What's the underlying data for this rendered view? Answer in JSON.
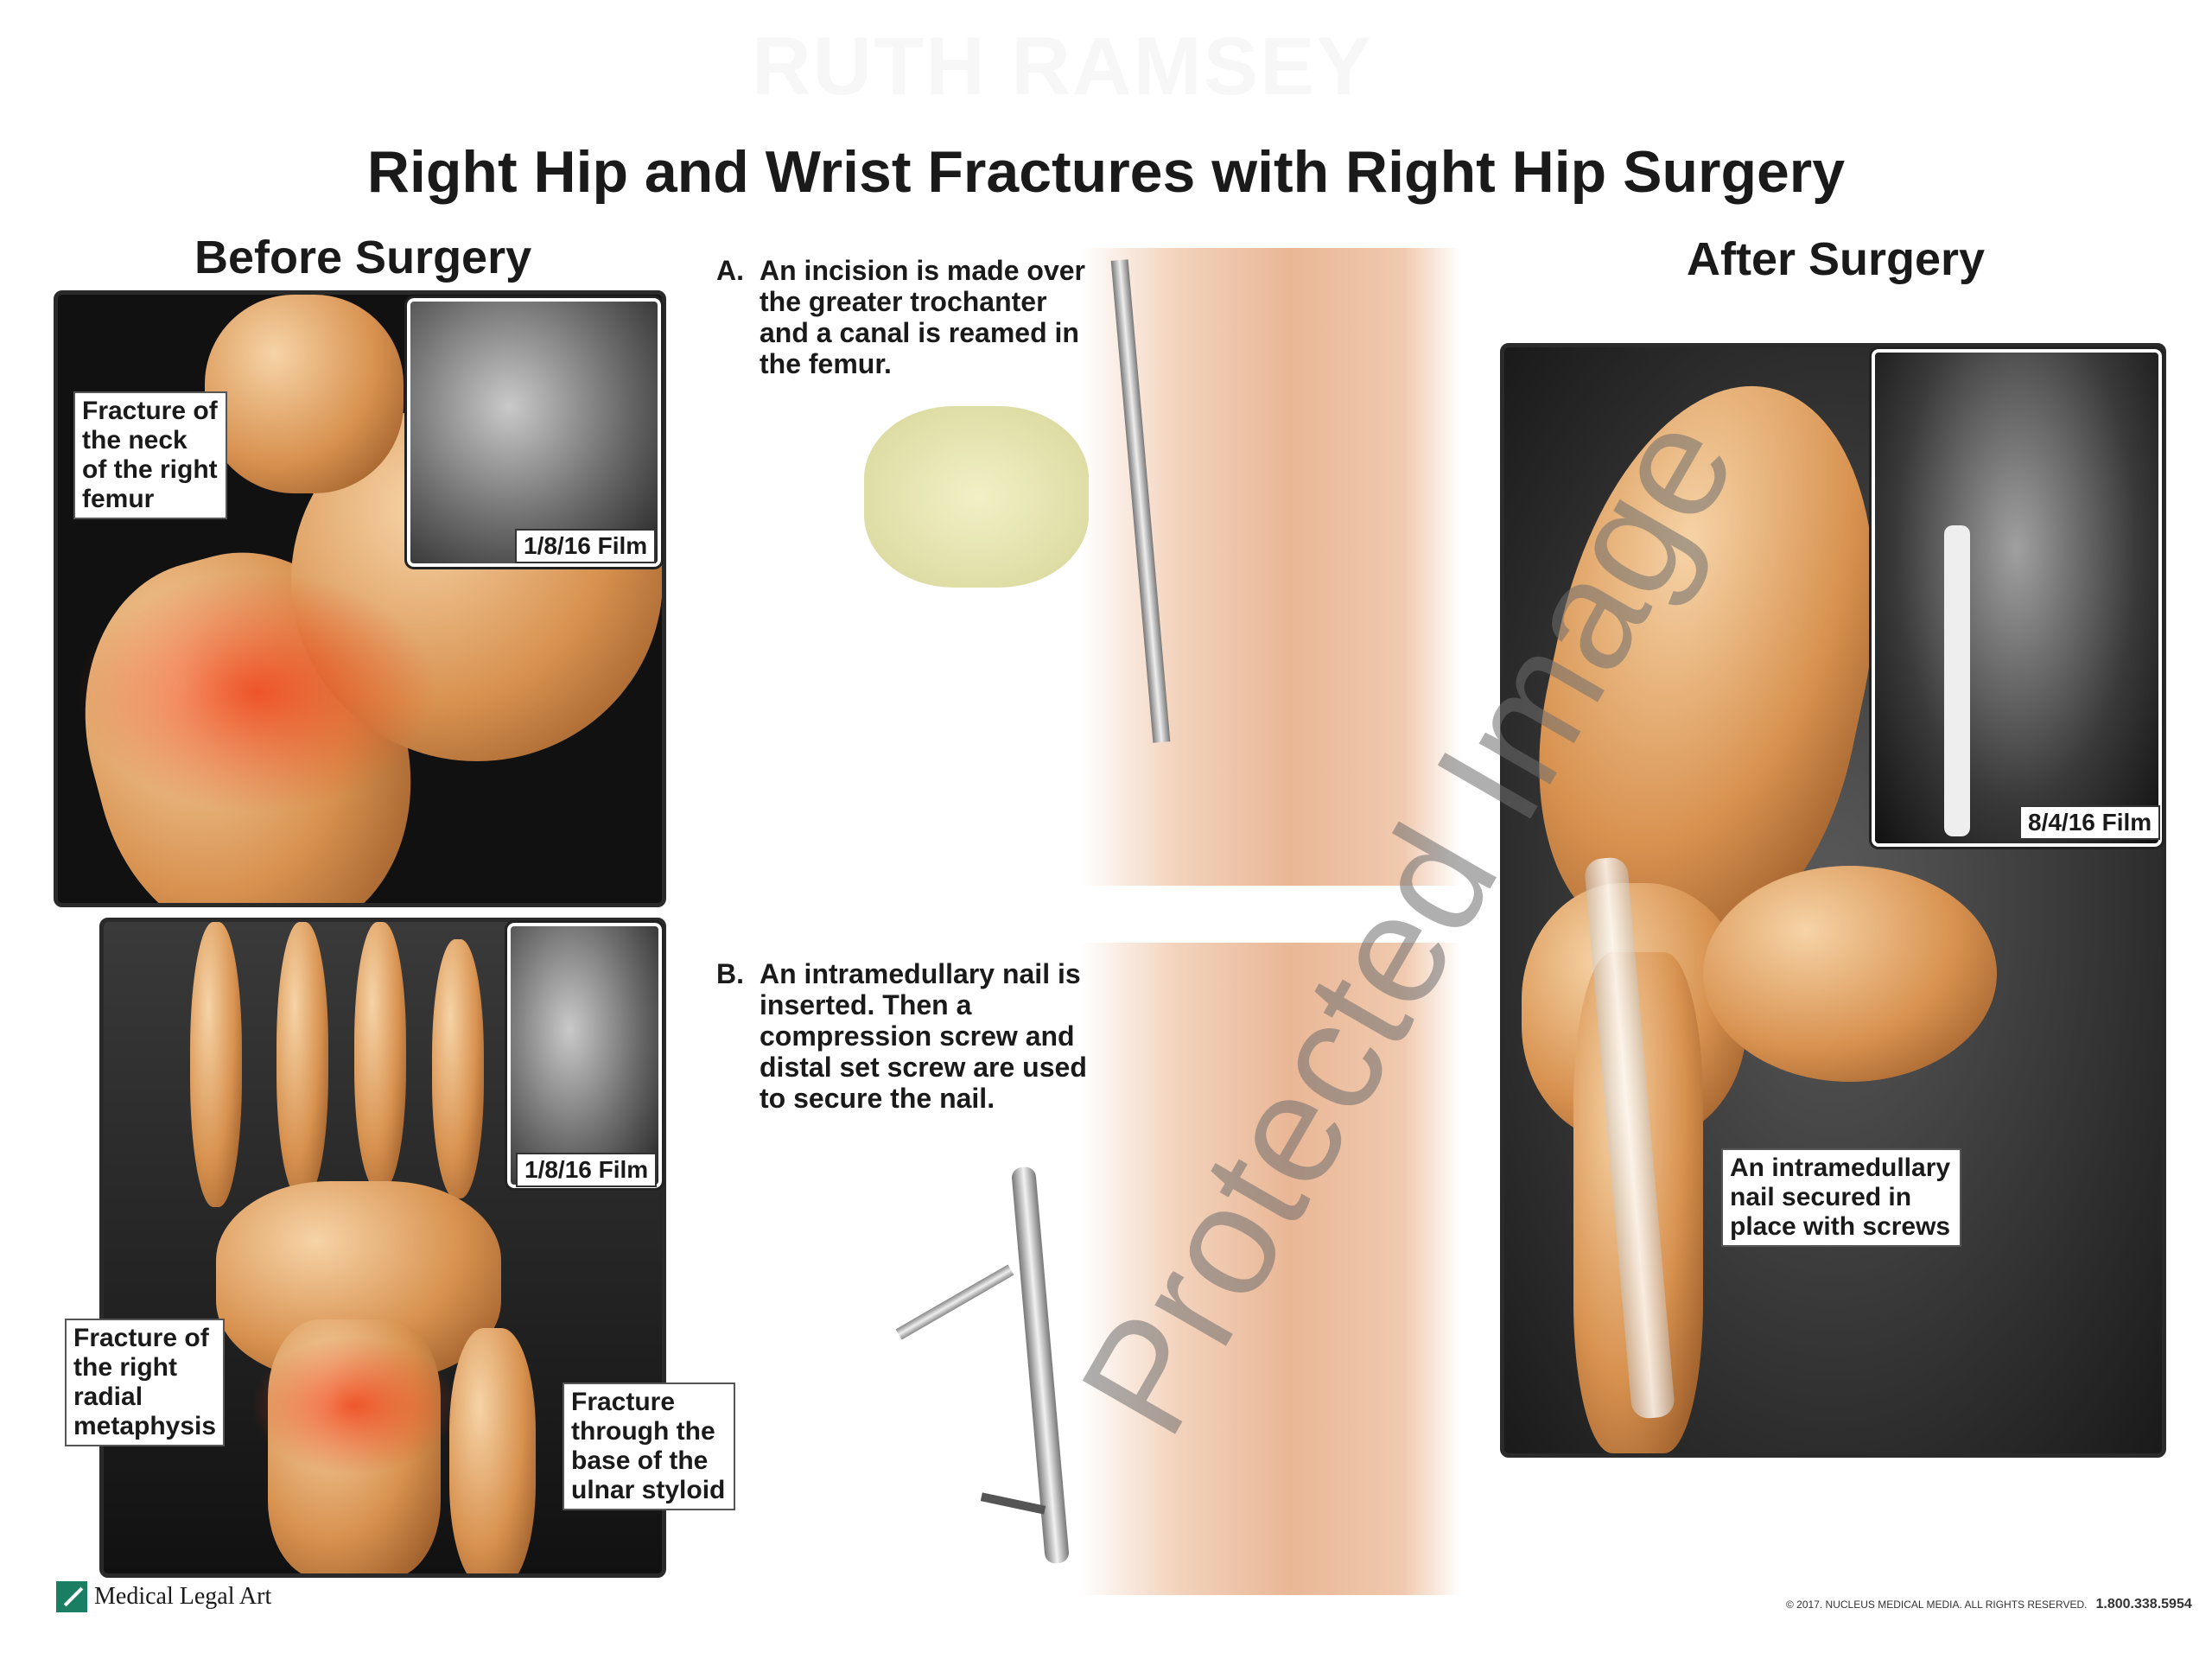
{
  "watermark_top": "RUTH RAMSEY",
  "title": "Right Hip and Wrist Fractures with Right Hip Surgery",
  "before": {
    "heading": "Before Surgery",
    "hip_label": "Fracture of the neck of the right femur",
    "hip_film": "1/8/16 Film",
    "wrist_film": "1/8/16 Film",
    "radial_label": "Fracture of the right radial metaphysis",
    "ulnar_label": "Fracture through the base of the ulnar styloid"
  },
  "steps": [
    {
      "letter": "A.",
      "text": "An incision is made over the greater trochanter and a canal is reamed in the femur."
    },
    {
      "letter": "B.",
      "text": "An intramedullary nail is inserted. Then a compression screw and distal set screw are used to secure the nail."
    }
  ],
  "after": {
    "heading": "After Surgery",
    "film": "8/4/16 Film",
    "nail_label": "An intramedullary nail secured in place with screws"
  },
  "watermark": "Protected Image",
  "footer": {
    "logo": "Medical Legal Art",
    "copyright": "© 2017. NUCLEUS MEDICAL MEDIA. ALL RIGHTS RESERVED.",
    "phone": "1.800.338.5954",
    "logo_color": "#1a7f62"
  }
}
